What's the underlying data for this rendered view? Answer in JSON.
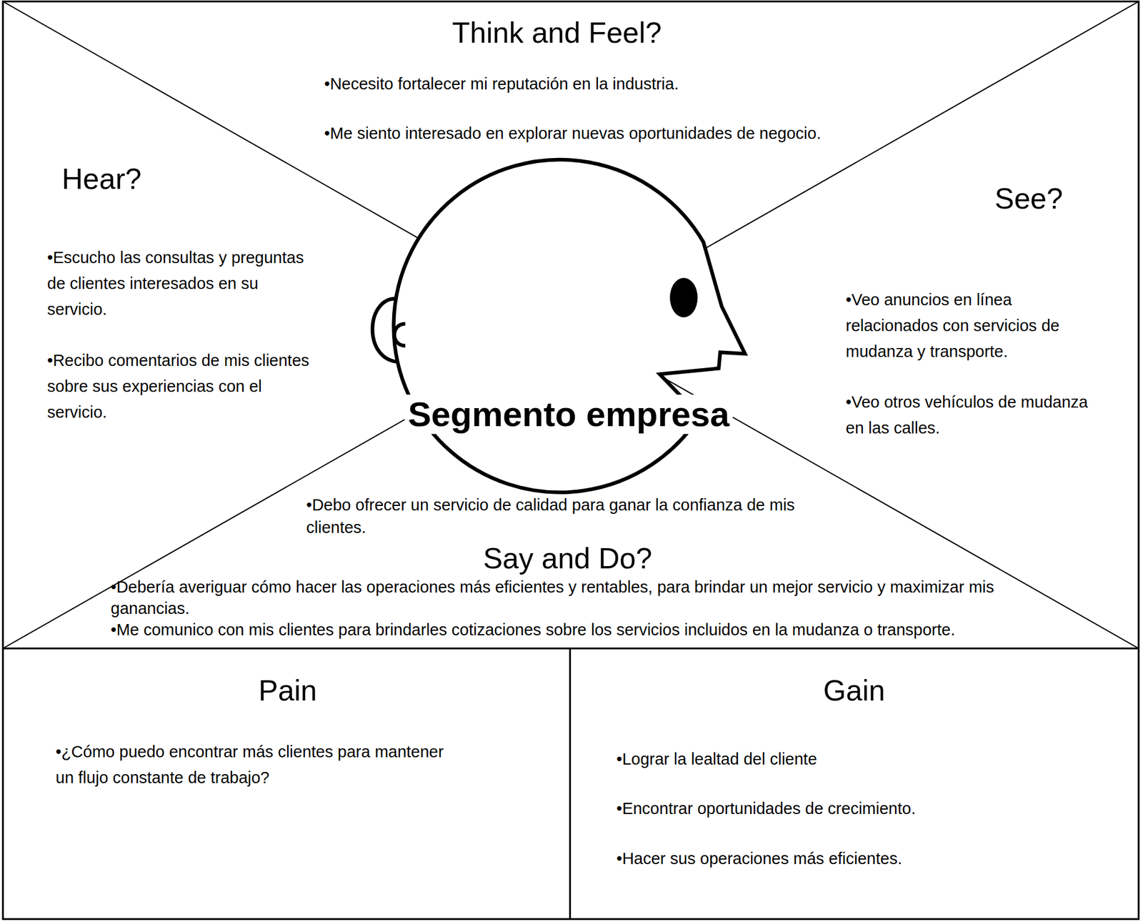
{
  "diagram": {
    "nodes": [
      {
        "text": [
          "Think and Feel?",
          "•Necesito fortalecer mi reputación en la industria.",
          "•Me siento interesado en explorar nuevas oportunidades de negocio."
        ]
      },
      {
        "text": [
          "Hear?",
          "•Escucho las consultas y preguntas de clientes interesados en su servicio.",
          "•Recibo comentarios de mis clientes sobre sus experiencias con el servicio."
        ]
      },
      {
        "text": [
          "Segmento empresa"
        ]
      },
      {
        "text": [
          "See?",
          "•Veo anuncios en línea relacionados con servicios de mudanza y transporte.",
          "•Veo otros vehículos de mudanza en las calles."
        ]
      },
      {
        "text": [
          "•Debo ofrecer un servicio de calidad para ganar la confianza de mis clientes.",
          "Say and Do?",
          "•Debería averiguar cómo hacer las operaciones más eficientes y rentables, para brindar un mejor servicio y maximizar mis ganancias.",
          "•Me comunico con mis clientes para brindarles cotizaciones sobre los servicios incluidos en la mudanza o transporte."
        ]
      },
      {
        "text": [
          "Pain",
          "•¿Cómo puedo encontrar más clientes para mantener un flujo constante de trabajo?"
        ]
      },
      {
        "text": [
          "Gain",
          "•Lograr la lealtad del cliente",
          "•Encontrar oportunidades de crecimiento.",
          "•Hacer sus operaciones más eficientes."
        ]
      }
    ]
  }
}
